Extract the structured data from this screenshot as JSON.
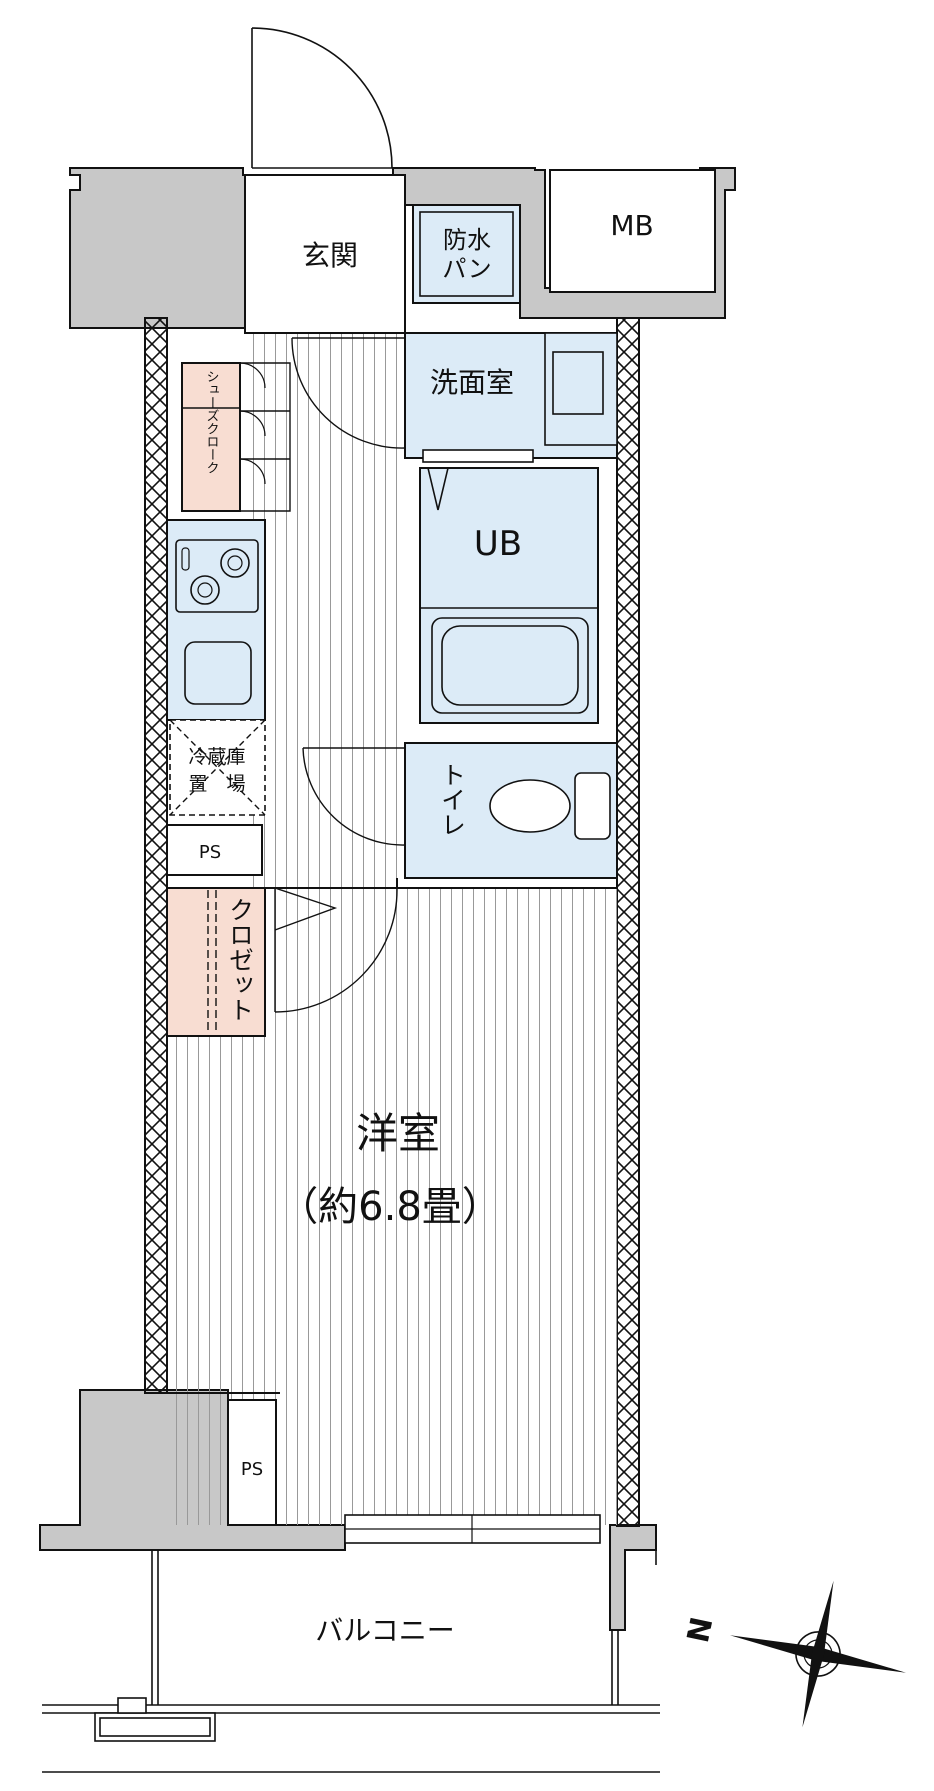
{
  "labels": {
    "genkan": "玄関",
    "bousui_pan_line1": "防水",
    "bousui_pan_line2": "パン",
    "mb": "MB",
    "senmenjo": "洗面室",
    "ub": "UB",
    "shoes_closet": "シューズクローク",
    "reizoko_line1": "冷蔵庫",
    "reizoko_line2": "置　場",
    "ps_upper": "PS",
    "closet": "クロゼット",
    "toilet": "トイレ",
    "youshitsu": "洋室",
    "youshitsu_size": "（約6.8畳）",
    "ps_lower": "PS",
    "balcony": "バルコニー",
    "compass_n": "N"
  },
  "colors": {
    "wet_area": "#dcebf7",
    "storage": "#f8ddd2",
    "wall_fill": "#c8c8c8",
    "line": "#111111"
  },
  "icons": [
    "compass-rose-icon",
    "stove-burner-icon",
    "sink-icon",
    "bathtub-icon",
    "toilet-icon",
    "washbasin-icon"
  ]
}
